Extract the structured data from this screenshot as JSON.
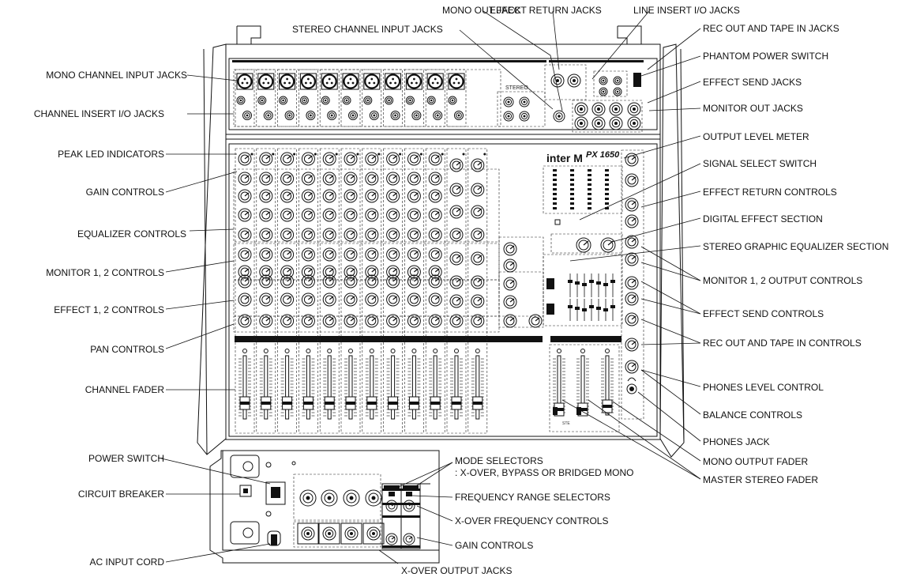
{
  "mixer": {
    "brand": "inter M",
    "model": "PX 1650",
    "stereo_tag": "STEREO",
    "fader_mark": "STE"
  },
  "labels_left": [
    {
      "id": "mono-channel-input-jacks",
      "text": "MONO CHANNEL INPUT JACKS"
    },
    {
      "id": "channel-insert-io-jacks",
      "text": "CHANNEL INSERT I/O JACKS"
    },
    {
      "id": "peak-led-indicators",
      "text": "PEAK LED INDICATORS"
    },
    {
      "id": "gain-controls",
      "text": "GAIN CONTROLS"
    },
    {
      "id": "equalizer-controls",
      "text": "EQUALIZER CONTROLS"
    },
    {
      "id": "monitor-1-2-controls",
      "text": "MONITOR 1, 2 CONTROLS"
    },
    {
      "id": "effect-1-2-controls",
      "text": "EFFECT 1, 2 CONTROLS"
    },
    {
      "id": "pan-controls",
      "text": "PAN CONTROLS"
    },
    {
      "id": "channel-fader",
      "text": "CHANNEL FADER"
    },
    {
      "id": "power-switch",
      "text": "POWER SWITCH"
    },
    {
      "id": "circuit-breaker",
      "text": "CIRCUIT BREAKER"
    },
    {
      "id": "ac-input-cord",
      "text": "AC INPUT CORD"
    }
  ],
  "labels_top": [
    {
      "id": "mono-out-jack",
      "text": "MONO OUT JACK"
    },
    {
      "id": "effect-return-jacks",
      "text": "EFFECT RETURN JACKS"
    },
    {
      "id": "line-insert-io-jacks",
      "text": "LINE INSERT I/O JACKS"
    },
    {
      "id": "stereo-channel-input-jacks",
      "text": "STEREO CHANNEL INPUT JACKS"
    }
  ],
  "labels_right": [
    {
      "id": "rec-out-tape-in-jacks",
      "text": "REC OUT AND TAPE IN JACKS"
    },
    {
      "id": "phantom-power-switch",
      "text": "PHANTOM POWER SWITCH"
    },
    {
      "id": "effect-send-jacks",
      "text": "EFFECT SEND JACKS"
    },
    {
      "id": "monitor-out-jacks",
      "text": "MONITOR OUT JACKS"
    },
    {
      "id": "output-level-meter",
      "text": "OUTPUT LEVEL METER"
    },
    {
      "id": "signal-select-switch",
      "text": "SIGNAL SELECT SWITCH"
    },
    {
      "id": "effect-return-controls",
      "text": "EFFECT RETURN CONTROLS"
    },
    {
      "id": "digital-effect-section",
      "text": "DIGITAL EFFECT SECTION"
    },
    {
      "id": "stereo-graphic-eq-section",
      "text": "STEREO GRAPHIC EQUALIZER SECTION"
    },
    {
      "id": "monitor-1-2-output-controls",
      "text": "MONITOR 1, 2 OUTPUT CONTROLS"
    },
    {
      "id": "effect-send-controls",
      "text": "EFFECT SEND CONTROLS"
    },
    {
      "id": "rec-out-tape-in-controls",
      "text": "REC OUT AND TAPE IN CONTROLS"
    },
    {
      "id": "phones-level-control",
      "text": "PHONES LEVEL CONTROL"
    },
    {
      "id": "balance-controls",
      "text": "BALANCE CONTROLS"
    },
    {
      "id": "phones-jack",
      "text": "PHONES JACK"
    },
    {
      "id": "mono-output-fader",
      "text": "MONO OUTPUT FADER"
    },
    {
      "id": "master-stereo-fader",
      "text": "MASTER STEREO FADER"
    }
  ],
  "labels_rear": [
    {
      "id": "mode-selectors",
      "text": "MODE SELECTORS"
    },
    {
      "id": "mode-selectors-sub",
      "text": ": X-OVER, BYPASS OR BRIDGED MONO"
    },
    {
      "id": "frequency-range-selectors",
      "text": "FREQUENCY RANGE SELECTORS"
    },
    {
      "id": "x-over-frequency-controls",
      "text": "X-OVER FREQUENCY CONTROLS"
    },
    {
      "id": "gain-controls-rear",
      "text": "GAIN CONTROLS"
    },
    {
      "id": "x-over-output-jacks",
      "text": "X-OVER OUTPUT JACKS"
    }
  ]
}
